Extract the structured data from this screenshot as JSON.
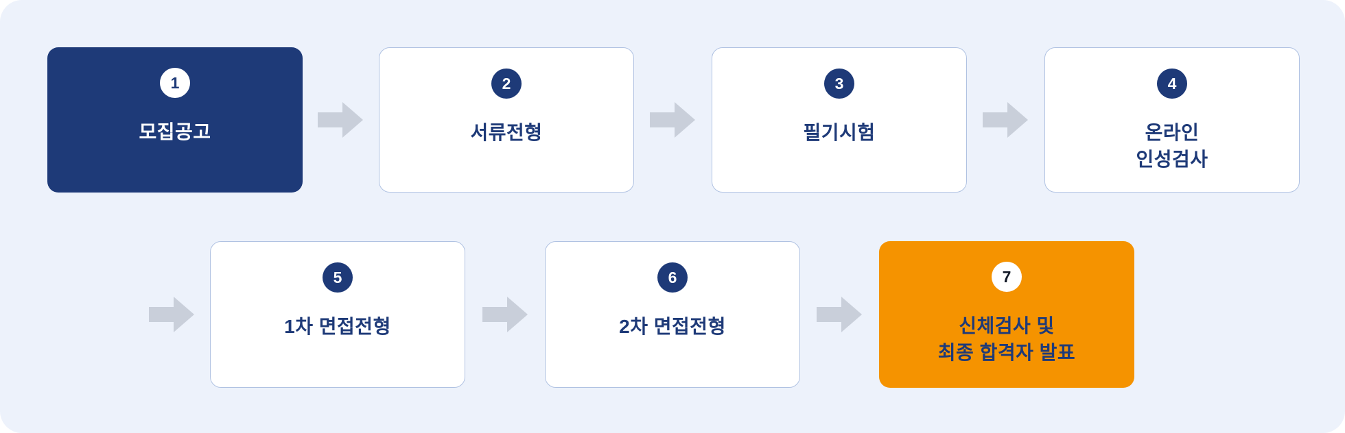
{
  "colors": {
    "panel_background": "#EDF2FB",
    "navy": "#1E3A78",
    "orange": "#F59300",
    "arrow_gray": "#C9CFDA",
    "box_border": "#B0C2E2",
    "white": "#FFFFFF"
  },
  "steps": [
    {
      "number": "1",
      "label": "모집공고",
      "variant": "navy"
    },
    {
      "number": "2",
      "label": "서류전형",
      "variant": "outline"
    },
    {
      "number": "3",
      "label": "필기시험",
      "variant": "outline"
    },
    {
      "number": "4",
      "label": "온라인\n인성검사",
      "variant": "outline"
    },
    {
      "number": "5",
      "label": "1차 면접전형",
      "variant": "outline"
    },
    {
      "number": "6",
      "label": "2차 면접전형",
      "variant": "outline"
    },
    {
      "number": "7",
      "label": "신체검사 및\n최종 합격자 발표",
      "variant": "orange"
    }
  ]
}
